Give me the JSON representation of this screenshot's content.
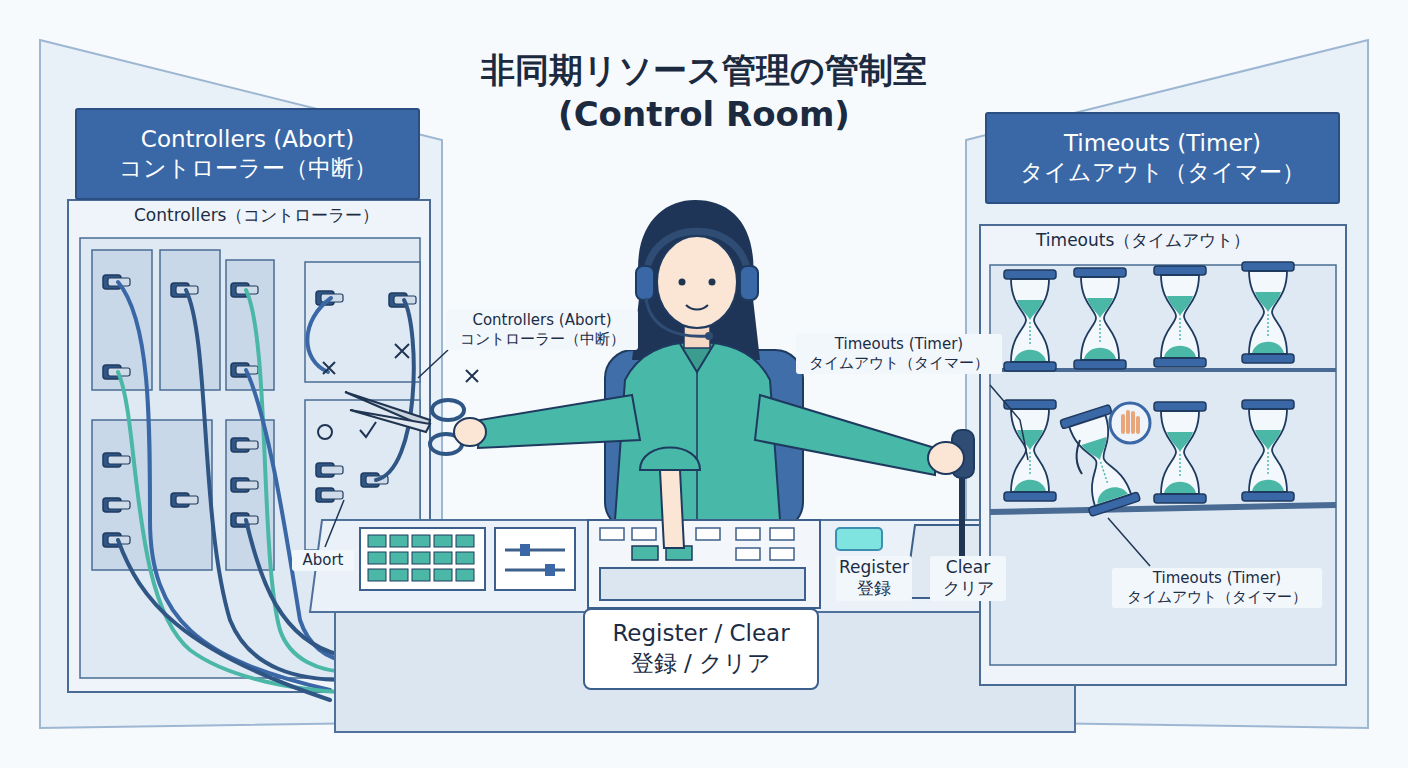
{
  "diagram": {
    "title": "非同期リソース管理の管制室 (Control Room)",
    "nodes": [
      {
        "text": [
          "Controllers (Abort) コントローラー（中断）",
          "Controllers（コントローラー）"
        ]
      },
      {
        "text": [
          "Timeouts (Timer) タイムアウト（タイマー）",
          "Timeouts（タイムアウト）"
        ]
      },
      {
        "text": [
          "Register / Clear 登録 / クリア"
        ]
      }
    ],
    "labels": [
      "Controllers (Abort) コントローラー（中断）",
      "Abort",
      "Register 登録",
      "Clear クリア",
      "Timeouts (Timer) タイムアウト（タイマー）",
      "Timeouts (Timer) タイムアウト（タイマー）"
    ]
  }
}
